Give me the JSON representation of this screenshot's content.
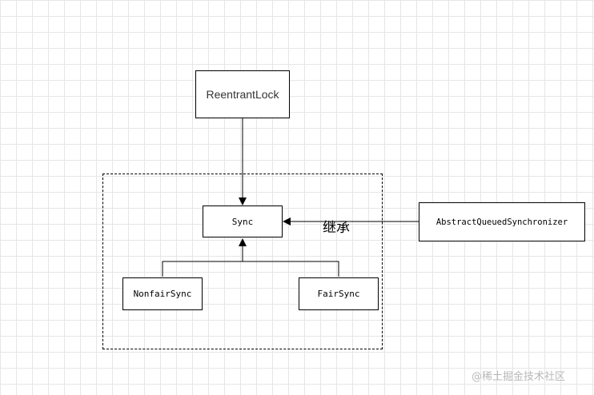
{
  "diagram": {
    "nodes": {
      "reentrant_lock": "ReentrantLock",
      "sync": "Sync",
      "nonfair_sync": "NonfairSync",
      "fair_sync": "FairSync",
      "aqs": "AbstractQueuedSynchronizer"
    },
    "edge_label_inherit": "继承"
  },
  "watermark": "@稀土掘金技术社区"
}
